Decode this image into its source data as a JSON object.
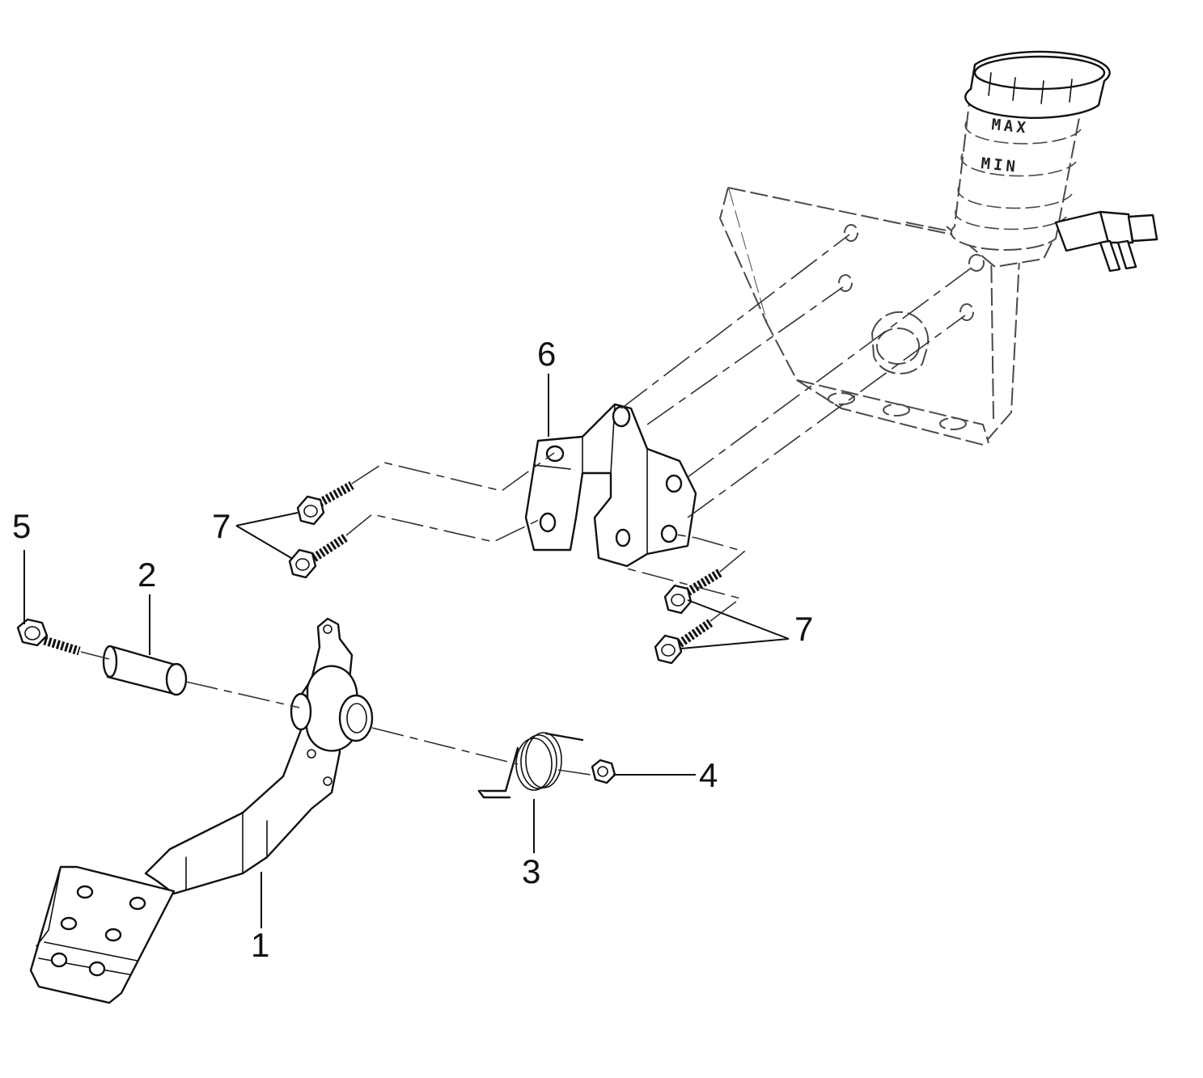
{
  "callouts": {
    "c1": "1",
    "c2": "2",
    "c3": "3",
    "c4": "4",
    "c5": "5",
    "c6": "6",
    "c7_left": "7",
    "c7_right": "7"
  },
  "reservoir": {
    "max_label": "MAX",
    "min_label": "MIN"
  },
  "colors": {
    "line": "#111111",
    "hidden_line": "#4a4a4a",
    "background": "#ffffff"
  }
}
